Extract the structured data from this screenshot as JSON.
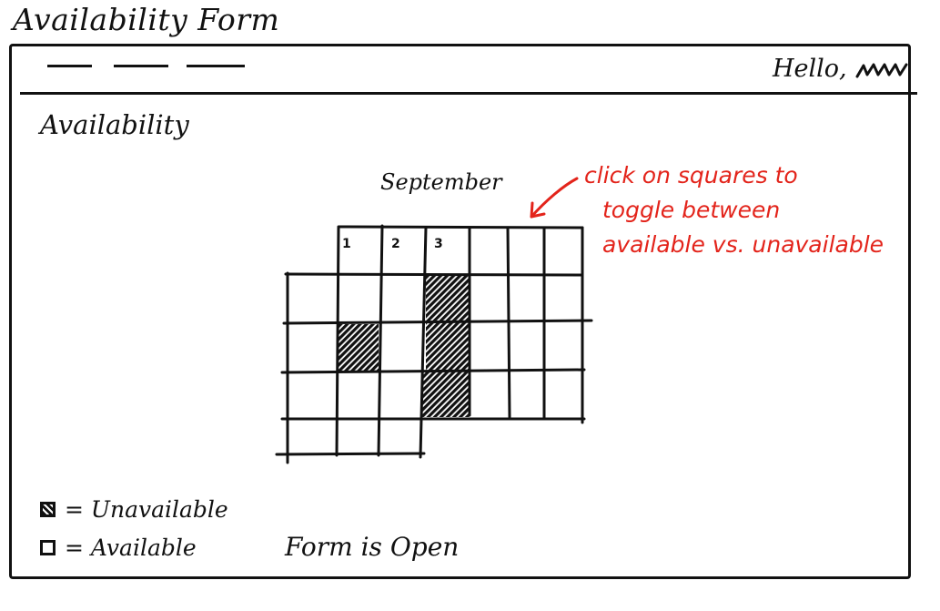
{
  "window": {
    "title": "Availability Form"
  },
  "header": {
    "nav_items": [
      {
        "icon": "nav-link-placeholder"
      },
      {
        "icon": "nav-link-placeholder"
      },
      {
        "icon": "nav-link-placeholder"
      }
    ],
    "greeting": "Hello,",
    "user_icon": "user-name-squiggle"
  },
  "main": {
    "section_title": "Availability",
    "calendar": {
      "month": "September",
      "day_numbers": [
        "1",
        "2",
        "3"
      ],
      "unavailable_color": "#111111",
      "available_color": "#ffffff"
    },
    "annotation": {
      "lines": [
        "click on squares to",
        "toggle between",
        "available vs. unavailable"
      ],
      "color": "#e3241b"
    },
    "legend": {
      "unavailable_label": "= Unavailable",
      "available_label": "= Available"
    },
    "form_status": "Form is Open"
  }
}
